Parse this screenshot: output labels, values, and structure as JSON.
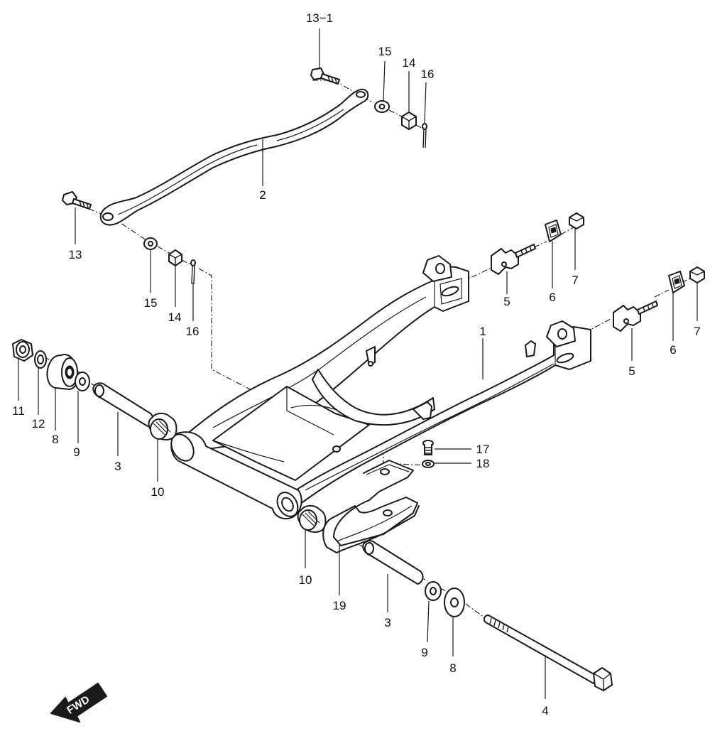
{
  "colors": {
    "line": "#1a1a1a",
    "background": "#ffffff"
  },
  "direction_arrow": {
    "text": "FWD"
  },
  "callouts": [
    {
      "id": "c-13-1",
      "text": "13−1"
    },
    {
      "id": "c-15-top",
      "text": "15"
    },
    {
      "id": "c-14-top",
      "text": "14"
    },
    {
      "id": "c-16-top",
      "text": "16"
    },
    {
      "id": "c-2",
      "text": "2"
    },
    {
      "id": "c-13",
      "text": "13"
    },
    {
      "id": "c-15-left",
      "text": "15"
    },
    {
      "id": "c-14-left",
      "text": "14"
    },
    {
      "id": "c-16-left",
      "text": "16"
    },
    {
      "id": "c-7-a",
      "text": "7"
    },
    {
      "id": "c-6-a",
      "text": "6"
    },
    {
      "id": "c-5-a",
      "text": "5"
    },
    {
      "id": "c-7-b",
      "text": "7"
    },
    {
      "id": "c-6-b",
      "text": "6"
    },
    {
      "id": "c-5-b",
      "text": "5"
    },
    {
      "id": "c-1",
      "text": "1"
    },
    {
      "id": "c-11",
      "text": "11"
    },
    {
      "id": "c-12",
      "text": "12"
    },
    {
      "id": "c-8-left",
      "text": "8"
    },
    {
      "id": "c-9-left",
      "text": "9"
    },
    {
      "id": "c-3-left",
      "text": "3"
    },
    {
      "id": "c-10-left",
      "text": "10"
    },
    {
      "id": "c-17",
      "text": "17"
    },
    {
      "id": "c-18",
      "text": "18"
    },
    {
      "id": "c-10-right",
      "text": "10"
    },
    {
      "id": "c-19",
      "text": "19"
    },
    {
      "id": "c-3-right",
      "text": "3"
    },
    {
      "id": "c-9-right",
      "text": "9"
    },
    {
      "id": "c-8-right",
      "text": "8"
    },
    {
      "id": "c-4",
      "text": "4"
    }
  ]
}
